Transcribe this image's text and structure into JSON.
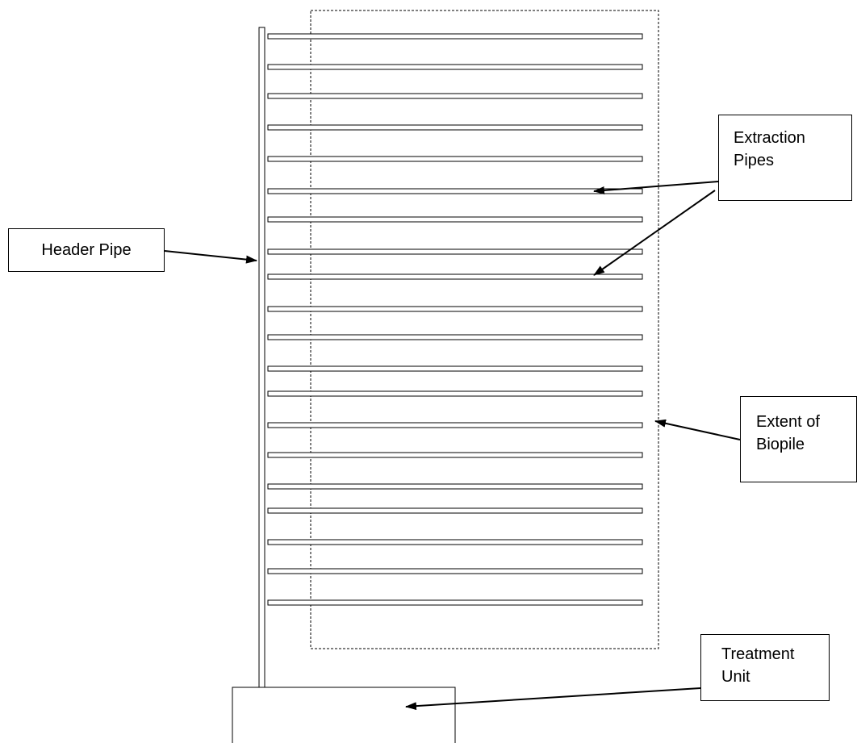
{
  "labels": {
    "header_pipe": "Header Pipe",
    "extraction_pipes": [
      "Extraction",
      "Pipes"
    ],
    "extent_of_biopile": [
      "Extent of",
      "Biopile"
    ],
    "treatment_unit": [
      "Treatment",
      "Unit"
    ]
  },
  "extraction_pipe_count": 20,
  "colors": {
    "stroke": "#000000",
    "background": "#ffffff"
  }
}
